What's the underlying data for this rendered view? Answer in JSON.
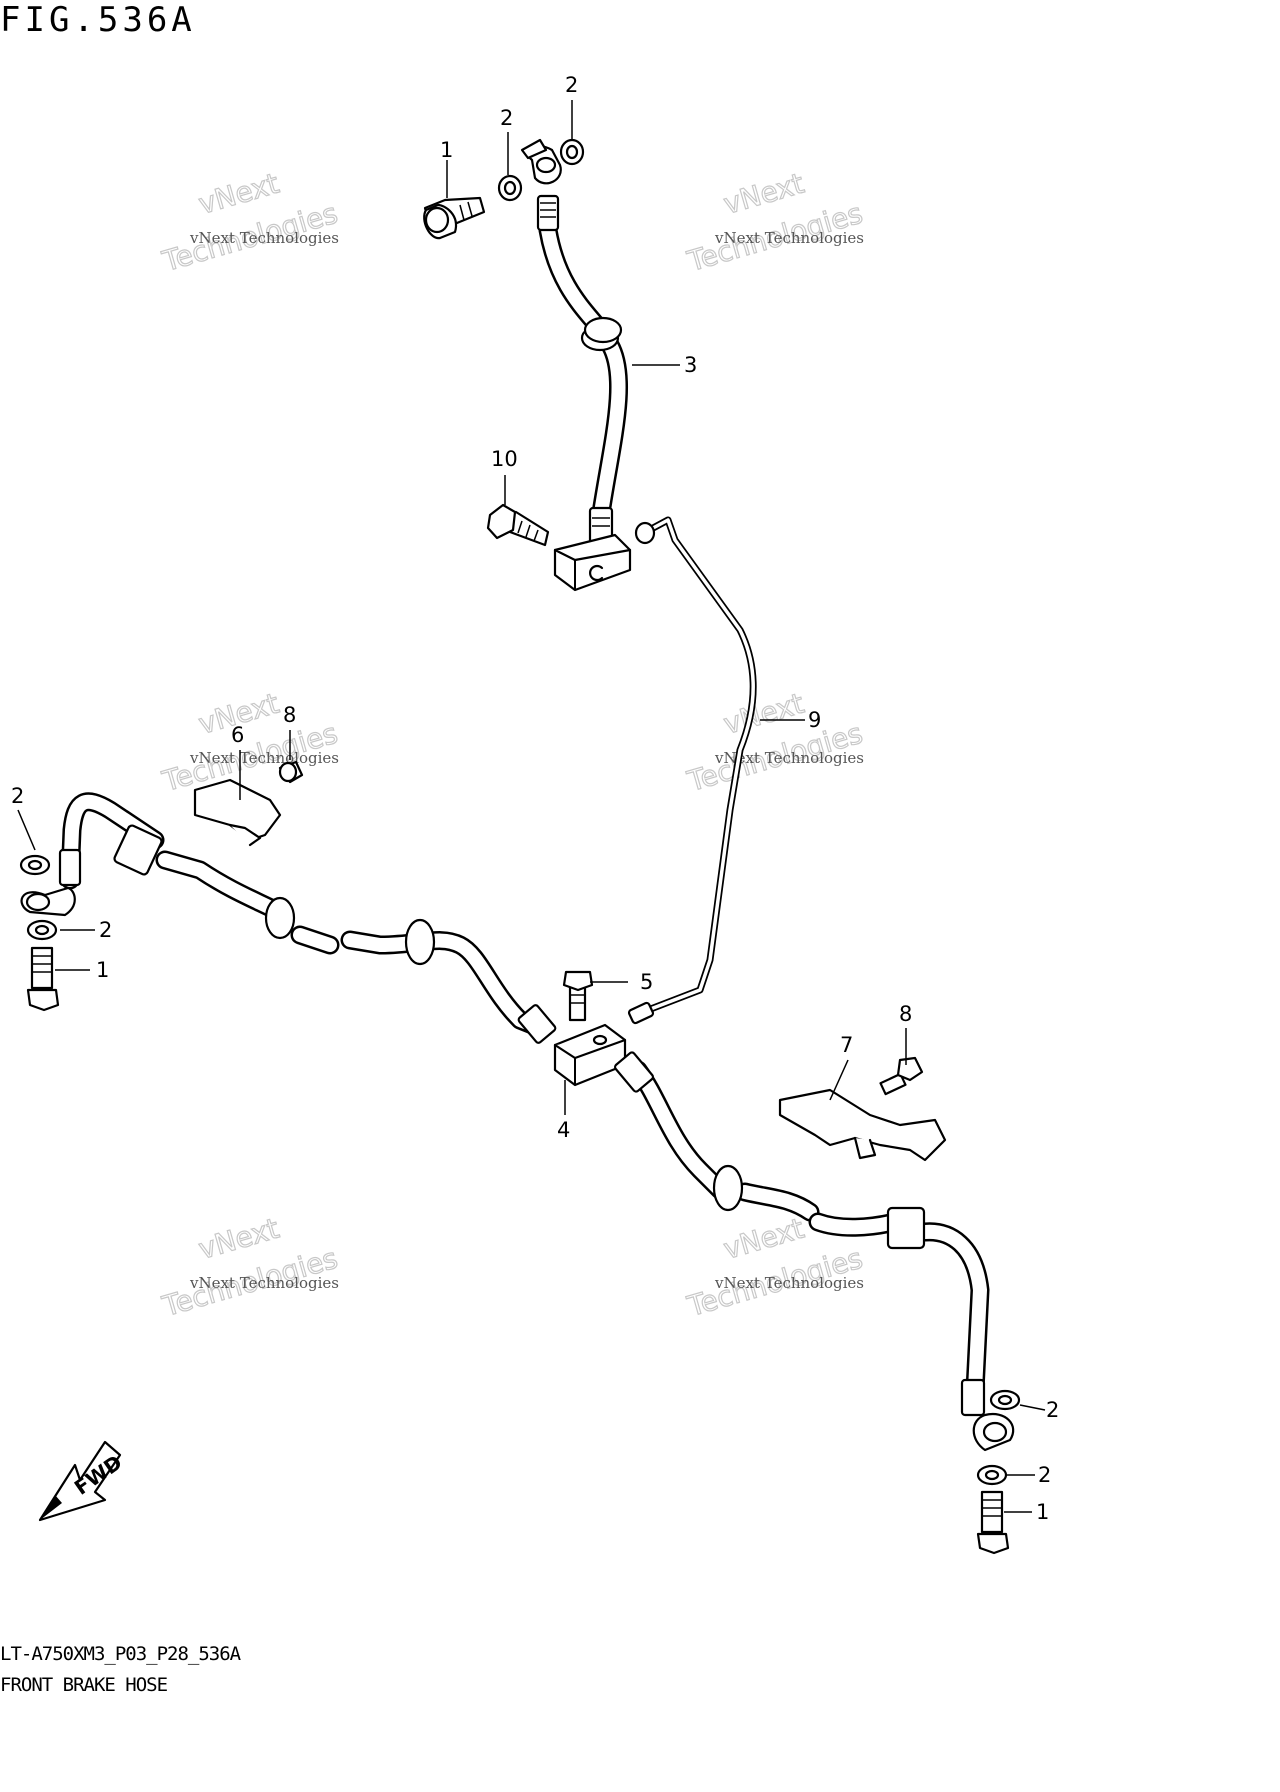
{
  "figure": {
    "title": "FIG.536A",
    "code": "LT-A750XM3_P03_P28_536A",
    "name": "FRONT BRAKE HOSE"
  },
  "callouts": [
    "1",
    "2",
    "2",
    "3",
    "10",
    "9",
    "8",
    "6",
    "2",
    "2",
    "1",
    "5",
    "4",
    "8",
    "7",
    "2",
    "2",
    "1"
  ],
  "watermark": {
    "small": "vNext Technologies",
    "big1": "vNext",
    "big2": "Technologies"
  },
  "fwd_label": "FWD"
}
